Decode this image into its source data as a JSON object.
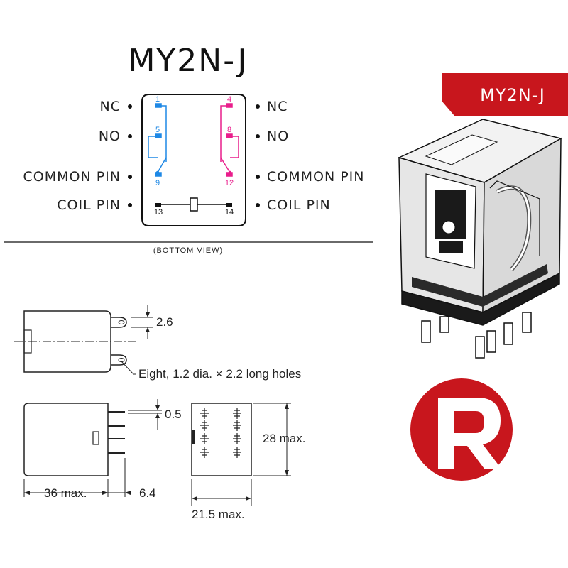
{
  "title": "MY2N-J",
  "badge": {
    "text": "MY2N-J",
    "color": "#c8161d"
  },
  "pin_labels": {
    "nc": "NC",
    "no": "NO",
    "common": "COMMON PIN",
    "coil": "COIL PIN"
  },
  "pin_numbers": {
    "left": [
      "1",
      "5",
      "9",
      "13"
    ],
    "right": [
      "4",
      "8",
      "12",
      "14"
    ]
  },
  "pin_colors": {
    "left": "#1e88e5",
    "right": "#e91e8c"
  },
  "bottom_view_label": "(BOTTOM VIEW)",
  "dimensions": {
    "pin_offset": "2.6",
    "holes_note": "Eight, 1.2 dia. × 2.2 long holes",
    "pin_width": "0.5",
    "height": "28 max.",
    "length": "36 max.",
    "pin_length": "6.4",
    "width": "21.5 max."
  },
  "logo": {
    "color": "#c8161d"
  }
}
